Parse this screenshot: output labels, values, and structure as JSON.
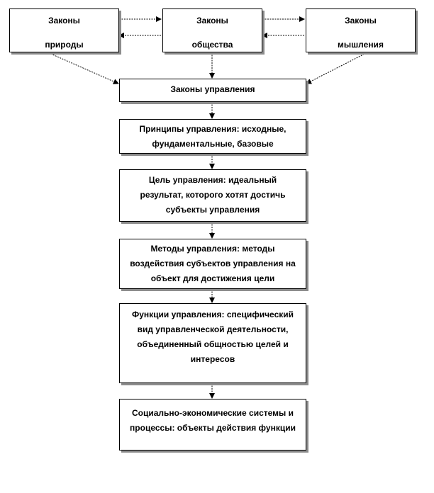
{
  "nodes": {
    "nature": [
      "Законы",
      "природы"
    ],
    "society": [
      "Законы",
      "общества"
    ],
    "thinking": [
      "Законы",
      "мышления"
    ],
    "laws": [
      "Законы управления"
    ],
    "principles": [
      "Принципы управления: исходные,",
      "фундаментальные, базовые"
    ],
    "goal": [
      "Цель управления: идеальный",
      "результат, которого хотят достичь",
      "субъекты управления"
    ],
    "methods": [
      "Методы управления: методы",
      "воздействия субъектов управления на",
      "объект для достижения цели"
    ],
    "functions": [
      "Функции управления: специфический",
      "вид управленческой деятельности,",
      "объединенный общностью целей и",
      "интересов"
    ],
    "systems": [
      "Социально-экономические системы и",
      "процессы: объекты действия функции"
    ]
  },
  "colors": {
    "line": "#000000",
    "shadow": "#8c8c8c"
  }
}
